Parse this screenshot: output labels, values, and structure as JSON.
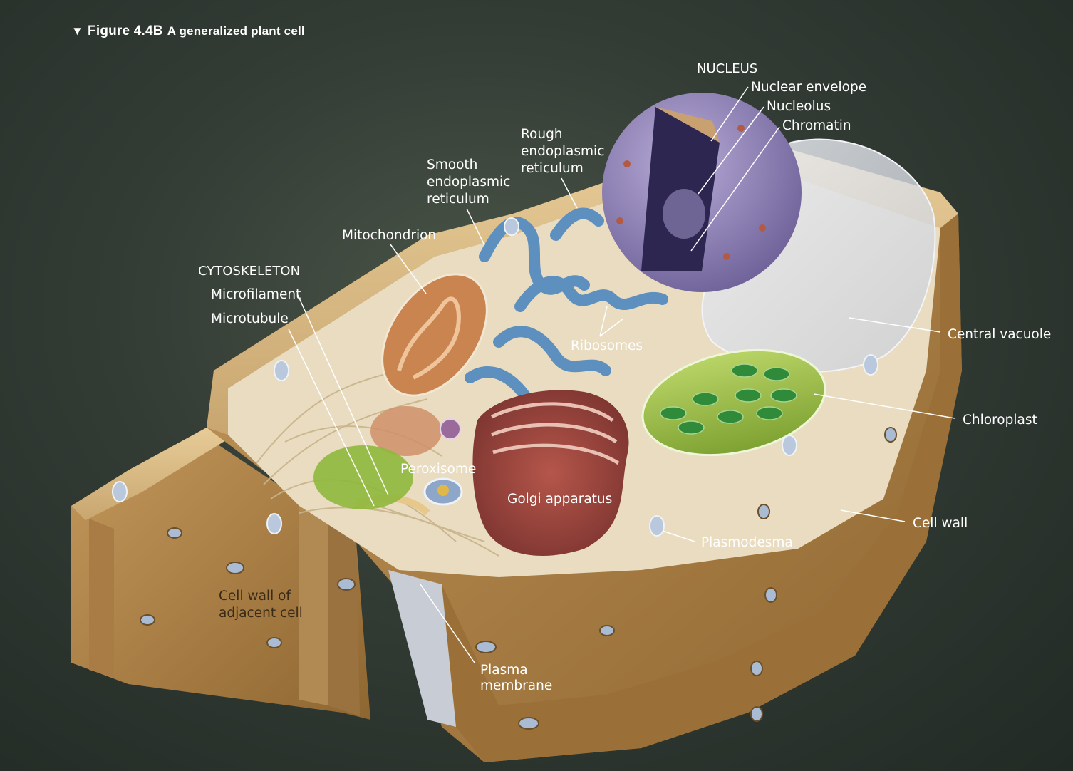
{
  "caption": {
    "marker": "▼",
    "figure_number": "Figure 4.4B",
    "title": "A generalized plant cell"
  },
  "labels": {
    "nucleus_heading": "NUCLEUS",
    "nuclear_envelope": "Nuclear envelope",
    "nucleolus": "Nucleolus",
    "chromatin": "Chromatin",
    "rough_er": "Rough\nendoplasmic\nreticulum",
    "smooth_er": "Smooth\nendoplasmic\nreticulum",
    "mitochondrion": "Mitochondrion",
    "cytoskeleton_heading": "CYTOSKELETON",
    "microfilament": "Microfilament",
    "microtubule": "Microtubule",
    "ribosomes": "Ribosomes",
    "central_vacuole": "Central vacuole",
    "chloroplast": "Chloroplast",
    "peroxisome": "Peroxisome",
    "golgi_apparatus": "Golgi apparatus",
    "cell_wall": "Cell wall",
    "plasmodesma": "Plasmodesma",
    "cell_wall_adjacent": "Cell wall of\nadjacent cell",
    "plasma_membrane": "Plasma\nmembrane"
  },
  "colors": {
    "background": "#2d352f",
    "cell_wall": "#b48a50",
    "cytoplasm": "#e9dcc0",
    "nucleus": "#8a7db0",
    "er": "#5d8fbf",
    "mitochondrion": "#c98450",
    "golgi": "#9c4a40",
    "chloroplast": "#8fb83c",
    "vacuole": "#d9dde6",
    "label": "#ffffff"
  }
}
